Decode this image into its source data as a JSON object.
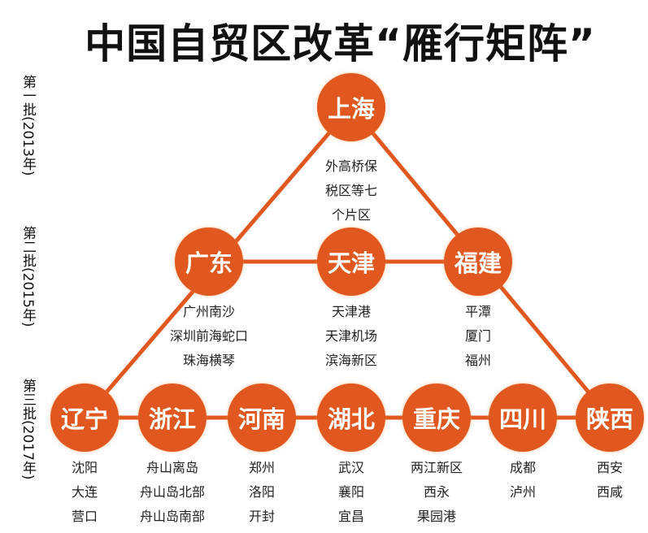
{
  "title": "中国自贸区改革“雁行矩阵”",
  "batches": [
    "第一批(2013年)",
    "第二批(2015年)",
    "第三批(2017年)"
  ],
  "color": "#e0581f",
  "nodes": [
    {
      "name": "上海",
      "areas": [
        "外高桥保",
        "税区等七",
        "个片区"
      ]
    },
    {
      "name": "广东",
      "areas": [
        "广州南沙",
        "深圳前海蛇口",
        "珠海横琴"
      ]
    },
    {
      "name": "天津",
      "areas": [
        "天津港",
        "天津机场",
        "滨海新区"
      ]
    },
    {
      "name": "福建",
      "areas": [
        "平潭",
        "厦门",
        "福州"
      ]
    },
    {
      "name": "辽宁",
      "areas": [
        "沈阳",
        "大连",
        "营口"
      ]
    },
    {
      "name": "浙江",
      "areas": [
        "舟山离岛",
        "舟山岛北部",
        "舟山岛南部"
      ]
    },
    {
      "name": "河南",
      "areas": [
        "郑州",
        "洛阳",
        "开封"
      ]
    },
    {
      "name": "湖北",
      "areas": [
        "武汉",
        "襄阳",
        "宜昌"
      ]
    },
    {
      "name": "重庆",
      "areas": [
        "两江新区",
        "西永",
        "果园港"
      ]
    },
    {
      "name": "四川",
      "areas": [
        "成都",
        "泸州"
      ]
    },
    {
      "name": "陕西",
      "areas": [
        "西安",
        "西咸"
      ]
    }
  ]
}
